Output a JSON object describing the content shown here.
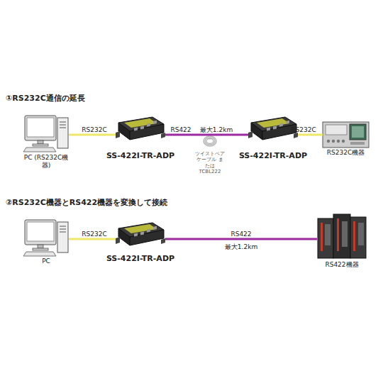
{
  "diagram": {
    "nodes": [
      {
        "text": [
          "PC (RS232C機器)"
        ]
      },
      {
        "text": [
          "SS-422I-TR-ADP"
        ]
      },
      {
        "text": [
          "SS-422I-TR-ADP"
        ]
      },
      {
        "text": [
          "RS232C機器"
        ]
      },
      {
        "text": [
          "PC"
        ]
      },
      {
        "text": [
          "SS-422I-TR-ADP"
        ]
      },
      {
        "text": [
          "RS422機器"
        ]
      }
    ],
    "edges": [
      {
        "from": 0,
        "to": 1,
        "arrow": "none",
        "label": "RS232C"
      },
      {
        "from": 1,
        "to": 2,
        "arrow": "none",
        "label": "RS422"
      },
      {
        "from": 2,
        "to": 3,
        "arrow": "none",
        "label": "RS232C"
      },
      {
        "from": 4,
        "to": 5,
        "arrow": "none",
        "label": "RS232C"
      },
      {
        "from": 5,
        "to": 6,
        "arrow": "none",
        "label": "RS422"
      }
    ],
    "labels": [
      "①RS232C通信の延長",
      "最大1.2km",
      "ツイストペア ケーブル または TCBL222",
      "②RS232C機器とRS422機器を変換して接続",
      "最大1.2km"
    ]
  }
}
